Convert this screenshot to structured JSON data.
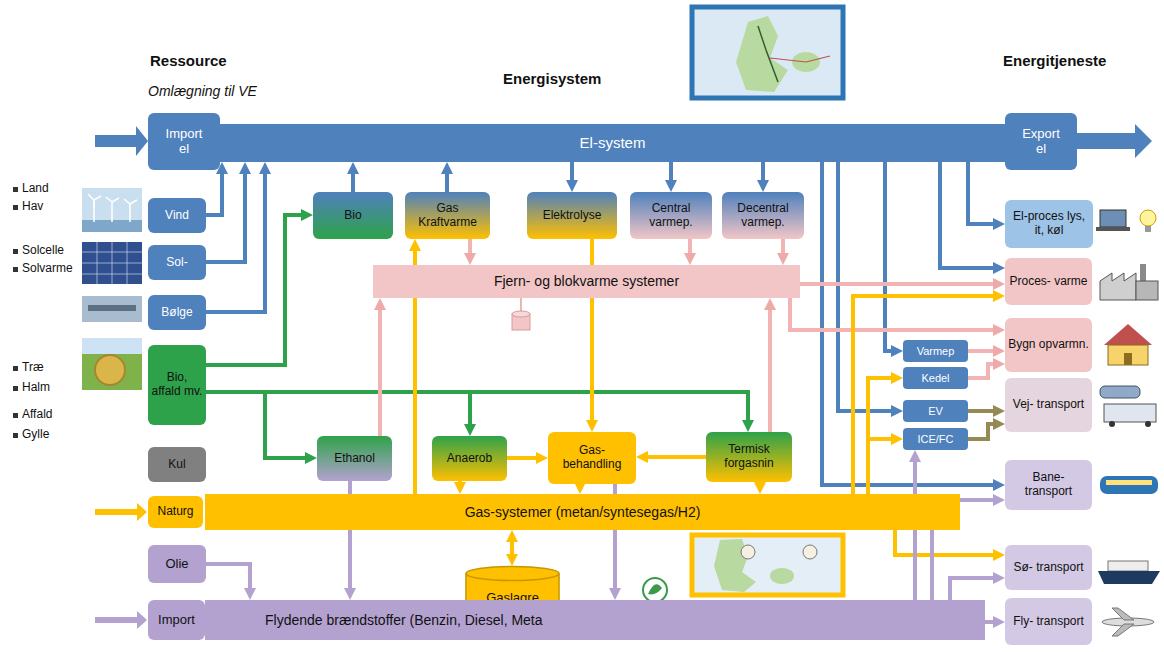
{
  "diagram": {
    "nodes": [
      {
        "text": [
          "Import el"
        ]
      },
      {
        "text": [
          "El-system"
        ]
      },
      {
        "text": [
          "Export el"
        ]
      },
      {
        "text": [
          "Vind"
        ]
      },
      {
        "text": [
          "Sol-"
        ]
      },
      {
        "text": [
          "Bølge"
        ]
      },
      {
        "text": [
          "Bio, affald mv."
        ]
      },
      {
        "text": [
          "Kul"
        ]
      },
      {
        "text": [
          "Naturg"
        ]
      },
      {
        "text": [
          "Olie"
        ]
      },
      {
        "text": [
          "Import"
        ]
      },
      {
        "text": [
          "Bio"
        ]
      },
      {
        "text": [
          "Gas Kraftvarme"
        ]
      },
      {
        "text": [
          "Elektrolyse"
        ]
      },
      {
        "text": [
          "Central varmep."
        ]
      },
      {
        "text": [
          "Decentral varmep."
        ]
      },
      {
        "text": [
          "Fjern- og blokvarme systemer"
        ]
      },
      {
        "text": [
          "Ethanol"
        ]
      },
      {
        "text": [
          "Anaerob"
        ]
      },
      {
        "text": [
          "Gas- behandling"
        ]
      },
      {
        "text": [
          "Termisk forgasnin"
        ]
      },
      {
        "text": [
          "Gas-systemer (metan/syntesegas/H2)"
        ]
      },
      {
        "text": [
          "Gaslagre"
        ]
      },
      {
        "text": [
          "Flydende brændstoffer (Benzin, Diesel, Meta"
        ]
      },
      {
        "text": [
          "Varmep"
        ]
      },
      {
        "text": [
          "Kedel"
        ]
      },
      {
        "text": [
          "EV"
        ]
      },
      {
        "text": [
          "ICE/FC"
        ]
      },
      {
        "text": [
          "El-proces lys, it, køl"
        ]
      },
      {
        "text": [
          "Proces- varme"
        ]
      },
      {
        "text": [
          "Bygn opvarmn."
        ]
      },
      {
        "text": [
          "Vej- transport"
        ]
      },
      {
        "text": [
          "Bane- transport"
        ]
      },
      {
        "text": [
          "Sø- transport"
        ]
      },
      {
        "text": [
          "Fly- transport"
        ]
      }
    ],
    "edges": [
      {
        "from": 3,
        "to": 1,
        "arrow": "to"
      },
      {
        "from": 4,
        "to": 1,
        "arrow": "to"
      },
      {
        "from": 5,
        "to": 1,
        "arrow": "to"
      },
      {
        "from": 11,
        "to": 1,
        "arrow": "to"
      },
      {
        "from": 12,
        "to": 1,
        "arrow": "to"
      },
      {
        "from": 1,
        "to": 13,
        "arrow": "to"
      },
      {
        "from": 1,
        "to": 14,
        "arrow": "to"
      },
      {
        "from": 1,
        "to": 15,
        "arrow": "to"
      },
      {
        "from": 1,
        "to": 28,
        "arrow": "to"
      },
      {
        "from": 1,
        "to": 29,
        "arrow": "to"
      },
      {
        "from": 1,
        "to": 24,
        "arrow": "to"
      },
      {
        "from": 1,
        "to": 26,
        "arrow": "to"
      },
      {
        "from": 1,
        "to": 32,
        "arrow": "to"
      },
      {
        "from": 6,
        "to": 11,
        "arrow": "to"
      },
      {
        "from": 6,
        "to": 17,
        "arrow": "to"
      },
      {
        "from": 6,
        "to": 18,
        "arrow": "to"
      },
      {
        "from": 6,
        "to": 20,
        "arrow": "to"
      },
      {
        "from": 12,
        "to": 16,
        "arrow": "to"
      },
      {
        "from": 14,
        "to": 16,
        "arrow": "to"
      },
      {
        "from": 15,
        "to": 16,
        "arrow": "to"
      },
      {
        "from": 17,
        "to": 16,
        "arrow": "to"
      },
      {
        "from": 20,
        "to": 16,
        "arrow": "to"
      },
      {
        "from": 16,
        "to": 29,
        "arrow": "to"
      },
      {
        "from": 16,
        "to": 30,
        "arrow": "to"
      },
      {
        "from": 21,
        "to": 12,
        "arrow": "to"
      },
      {
        "from": 13,
        "to": 19,
        "arrow": "to"
      },
      {
        "from": 18,
        "to": 19,
        "arrow": "to"
      },
      {
        "from": 20,
        "to": 19,
        "arrow": "to"
      },
      {
        "from": 18,
        "to": 21,
        "arrow": "to"
      },
      {
        "from": 19,
        "to": 21,
        "arrow": "to"
      },
      {
        "from": 20,
        "to": 21,
        "arrow": "to"
      },
      {
        "from": 21,
        "to": 22,
        "arrow": "both"
      },
      {
        "from": 17,
        "to": 23,
        "arrow": "to"
      },
      {
        "from": 19,
        "to": 23,
        "arrow": "to"
      },
      {
        "from": 9,
        "to": 23,
        "arrow": "to"
      },
      {
        "from": 21,
        "to": 29,
        "arrow": "to"
      },
      {
        "from": 21,
        "to": 25,
        "arrow": "to"
      },
      {
        "from": 21,
        "to": 27,
        "arrow": "to"
      },
      {
        "from": 21,
        "to": 33,
        "arrow": "to"
      },
      {
        "from": 23,
        "to": 27,
        "arrow": "to"
      },
      {
        "from": 23,
        "to": 32,
        "arrow": "to"
      },
      {
        "from": 23,
        "to": 33,
        "arrow": "to"
      },
      {
        "from": 23,
        "to": 34,
        "arrow": "to"
      },
      {
        "from": 24,
        "to": 30,
        "arrow": "to"
      },
      {
        "from": 25,
        "to": 30,
        "arrow": "to"
      },
      {
        "from": 26,
        "to": 31,
        "arrow": "to"
      },
      {
        "from": 27,
        "to": 31,
        "arrow": "to"
      }
    ],
    "labels": [
      "Ressource",
      "Omlægning til VE",
      "Energisystem",
      "Energitjeneste",
      "Land",
      "Hav",
      "Solcelle",
      "Solvarme",
      "Træ",
      "Halm",
      "Affald",
      "Gylle"
    ]
  }
}
